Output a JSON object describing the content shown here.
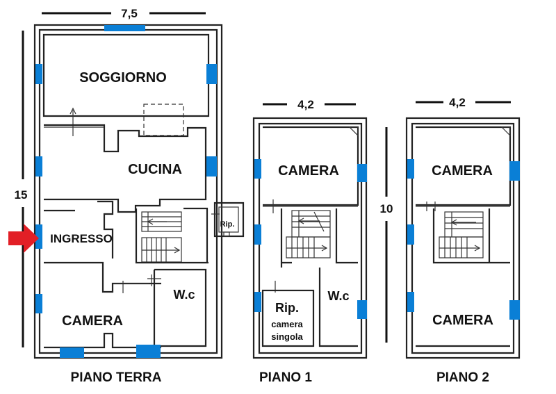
{
  "dimensions": {
    "ground_width": "7,5",
    "ground_height": "15",
    "floor1_width": "4,2",
    "floor2_width": "4,2",
    "upper_height": "10"
  },
  "ground": {
    "soggiorno": "SOGGIORNO",
    "cucina": "CUCINA",
    "ingresso": "INGRESSO",
    "rip": "Rip.",
    "wc": "W.c",
    "camera": "CAMERA",
    "title": "PIANO TERRA"
  },
  "floor1": {
    "camera": "CAMERA",
    "rip": "Rip.",
    "camera_singola_1": "camera",
    "camera_singola_2": "singola",
    "wc": "W.c",
    "title": "PIANO 1"
  },
  "floor2": {
    "camera_top": "CAMERA",
    "camera_bottom": "CAMERA",
    "title": "PIANO 2"
  },
  "colors": {
    "window": "#0a7fd6",
    "entrance_arrow": "#e21f26",
    "wall": "#222222"
  }
}
